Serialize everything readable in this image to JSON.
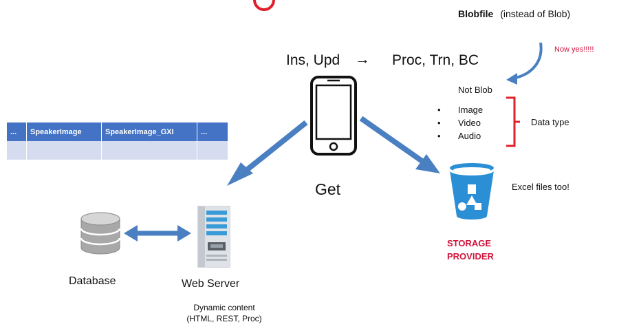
{
  "header": {
    "blobfile_bold": "Blobfile",
    "blobfile_rest": "(instead of Blob)",
    "now_yes": "Now yes!!!!!"
  },
  "operations": {
    "ins_upd": "Ins, Upd",
    "arrow": "→",
    "proc_trn_bc": "Proc, Trn, BC",
    "get": "Get"
  },
  "blob_panel": {
    "not_blob": "Not Blob",
    "items": [
      "Image",
      "Video",
      "Audio"
    ],
    "data_type": "Data type"
  },
  "table": {
    "headers": [
      "...",
      "SpeakerImage",
      "SpeakerImage_GXI",
      "..."
    ],
    "row": [
      "",
      "",
      "",
      ""
    ]
  },
  "nodes": {
    "database": "Database",
    "web_server": "Web Server",
    "web_server_desc_1": "Dynamic content",
    "web_server_desc_2": "(HTML, REST, Proc)",
    "storage_1": "STORAGE",
    "storage_2": "PROVIDER",
    "excel": "Excel files too!"
  },
  "colors": {
    "accent_blue": "#4a7fc1",
    "bucket_blue": "#2b8fd6",
    "storage_red": "#d0143c",
    "bracket_red": "#e0202a",
    "table_header": "#4472c4",
    "table_row": "#d6dcef"
  }
}
